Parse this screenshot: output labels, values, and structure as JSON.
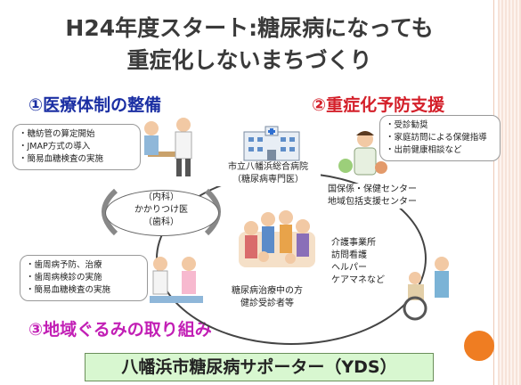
{
  "title_line1": "H24年度スタート:糖尿病になっても",
  "title_line2": "重症化しないまちづくり",
  "section1": "①医療体制の整備",
  "section2": "②重症化予防支援",
  "section3": "③地域ぐるみの取り組み",
  "box1": [
    "・糖紡管の算定開始",
    "・JMAP方式の導入",
    "・簡易血糖検査の実施"
  ],
  "box2": [
    "・受診勧奨",
    "・家庭訪問による保健指導",
    "・出前健康相談など"
  ],
  "box3": [
    "・歯周病予防、治療",
    "・歯周病検診の実施",
    "・簡易血糖検査の実施"
  ],
  "hospital": [
    "市立八幡浜総合病院",
    "（糖尿病専門医）"
  ],
  "kakaritsuke": [
    "（内科）",
    "かかりつけ医",
    "（歯科）"
  ],
  "center": [
    "糖尿病治療中の方",
    "健診受診者等"
  ],
  "bureau": [
    "国保係・保健センター",
    "地域包括支援センター"
  ],
  "care": [
    "介護事業所",
    "訪問看護",
    "ヘルパー",
    "ケアマネなど"
  ],
  "yds_label": "八幡浜市糖尿病サポーター（YDS）"
}
